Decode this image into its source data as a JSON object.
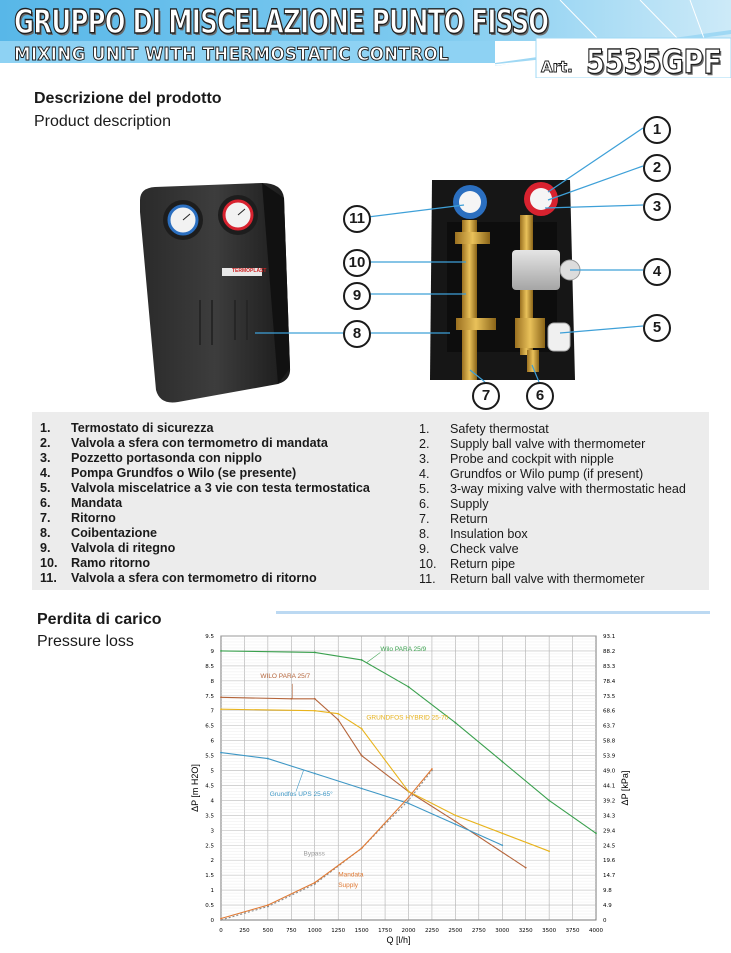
{
  "header": {
    "title_it": "GRUPPO DI MISCELAZIONE PUNTO FISSO",
    "title_en": "MIXING UNIT WITH THERMOSTATIC CONTROL",
    "art_label": "Art.",
    "art_code": "5535GPF",
    "colors": {
      "sky": "#6fc3ef",
      "sky_light": "#bfe4f7",
      "outline": "#1f1f1f"
    }
  },
  "description": {
    "title": "Descrizione del prodotto",
    "subtitle": "Product description"
  },
  "photo": {
    "box_logo": "TERMOPLAST",
    "callouts": [
      "1",
      "2",
      "3",
      "4",
      "5",
      "6",
      "7",
      "8",
      "9",
      "10",
      "11"
    ]
  },
  "parts": {
    "it": [
      {
        "n": "1.",
        "t": "Termostato di sicurezza"
      },
      {
        "n": "2.",
        "t": "Valvola a sfera con termometro di mandata"
      },
      {
        "n": "3.",
        "t": "Pozzetto portasonda con nipplo"
      },
      {
        "n": "4.",
        "t": "Pompa Grundfos o Wilo (se presente)"
      },
      {
        "n": "5.",
        "t": "Valvola miscelatrice a 3 vie con testa termostatica"
      },
      {
        "n": "6.",
        "t": "Mandata"
      },
      {
        "n": "7.",
        "t": "Ritorno"
      },
      {
        "n": "8.",
        "t": "Coibentazione"
      },
      {
        "n": "9.",
        "t": "Valvola di ritegno"
      },
      {
        "n": "10.",
        "t": "Ramo ritorno"
      },
      {
        "n": "11.",
        "t": "Valvola a sfera con termometro di ritorno"
      }
    ],
    "en": [
      {
        "n": "1.",
        "t": "Safety thermostat"
      },
      {
        "n": "2.",
        "t": "Supply ball valve with thermometer"
      },
      {
        "n": "3.",
        "t": "Probe and cockpit with nipple"
      },
      {
        "n": "4.",
        "t": "Grundfos or Wilo pump (if present)"
      },
      {
        "n": "5.",
        "t": "3-way mixing valve with thermostatic head"
      },
      {
        "n": "6.",
        "t": "Supply"
      },
      {
        "n": "7.",
        "t": "Return"
      },
      {
        "n": "8.",
        "t": "Insulation box"
      },
      {
        "n": "9.",
        "t": "Check valve"
      },
      {
        "n": "10.",
        "t": "Return pipe"
      },
      {
        "n": "11.",
        "t": "Return ball valve with thermometer"
      }
    ]
  },
  "pressure_loss": {
    "title": "Perdita di carico",
    "subtitle": "Pressure loss"
  },
  "chart_data": {
    "type": "line",
    "xlabel": "Q [l/h]",
    "ylabel": "ΔP [m H2O]",
    "ylabel_right": "ΔP [kPa]",
    "xlim": [
      0,
      4000
    ],
    "ylim": [
      0,
      9.5
    ],
    "x_ticks": [
      "0",
      "250",
      "500",
      "750",
      "1000",
      "1250",
      "1500",
      "1750",
      "2000",
      "2250",
      "2500",
      "2750",
      "3000",
      "3250",
      "3500",
      "3750",
      "4000"
    ],
    "y_ticks": [
      "0",
      "0.5",
      "1",
      "1.5",
      "2",
      "2.5",
      "3",
      "3.5",
      "4",
      "4.5",
      "5",
      "5.5",
      "6",
      "6.5",
      "7",
      "7.5",
      "8",
      "8.5",
      "9",
      "9.5"
    ],
    "y2_ticks": [
      "0",
      "4.9",
      "9.8",
      "14.7",
      "19.6",
      "24.5",
      "29.4",
      "34.3",
      "39.2",
      "44.1",
      "49.0",
      "53.9",
      "58.8",
      "63.7",
      "68.6",
      "73.5",
      "78.4",
      "83.3",
      "88.2",
      "93.1"
    ],
    "grid": true,
    "series": [
      {
        "name": "Wilo PARA 25/9",
        "color": "#3aa04e",
        "x": [
          0,
          1000,
          1500,
          2000,
          2500,
          3000,
          3500,
          4000
        ],
        "y": [
          9.0,
          8.95,
          8.7,
          7.8,
          6.6,
          5.3,
          4.0,
          2.9
        ]
      },
      {
        "name": "WILO PARA 25/7",
        "color": "#b5653b",
        "x": [
          0,
          750,
          1000,
          1250,
          1500,
          2000,
          2500,
          3250
        ],
        "y": [
          7.45,
          7.4,
          7.4,
          6.7,
          5.5,
          4.3,
          3.3,
          1.75
        ]
      },
      {
        "name": "GRUNDFOS HYBRID 25-70",
        "color": "#e8b31c",
        "x": [
          0,
          1000,
          1250,
          1500,
          2000,
          2500,
          3000,
          3500
        ],
        "y": [
          7.05,
          7.0,
          6.9,
          6.4,
          4.3,
          3.5,
          2.9,
          2.3
        ]
      },
      {
        "name": "Grundfos UPS 25-65°",
        "color": "#3e97c5",
        "x": [
          0,
          500,
          1000,
          1500,
          2000,
          2500,
          3000
        ],
        "y": [
          5.6,
          5.4,
          4.9,
          4.4,
          3.9,
          3.2,
          2.5
        ]
      },
      {
        "name": "Bypass",
        "color": "#8a8a8a",
        "dashed": true,
        "x": [
          0,
          500,
          1000,
          1500,
          2000,
          2250
        ],
        "y": [
          0,
          0.45,
          1.2,
          2.4,
          4.0,
          5.0
        ]
      },
      {
        "name": "Mandata Supply",
        "color": "#e07a34",
        "x": [
          0,
          500,
          1000,
          1500,
          2000,
          2250
        ],
        "y": [
          0.05,
          0.5,
          1.25,
          2.4,
          4.1,
          5.05
        ]
      }
    ],
    "labels": {
      "wilo259": "Wilo  PARA 25/9",
      "wilo257": "WILO PARA 25/7",
      "hybrid": "GRUNDFOS HYBRID 25-70",
      "ups": "Grundfos UPS 25-65°",
      "bypass": "Bypass",
      "mandata": "Mandata",
      "supply": "Supply"
    }
  }
}
